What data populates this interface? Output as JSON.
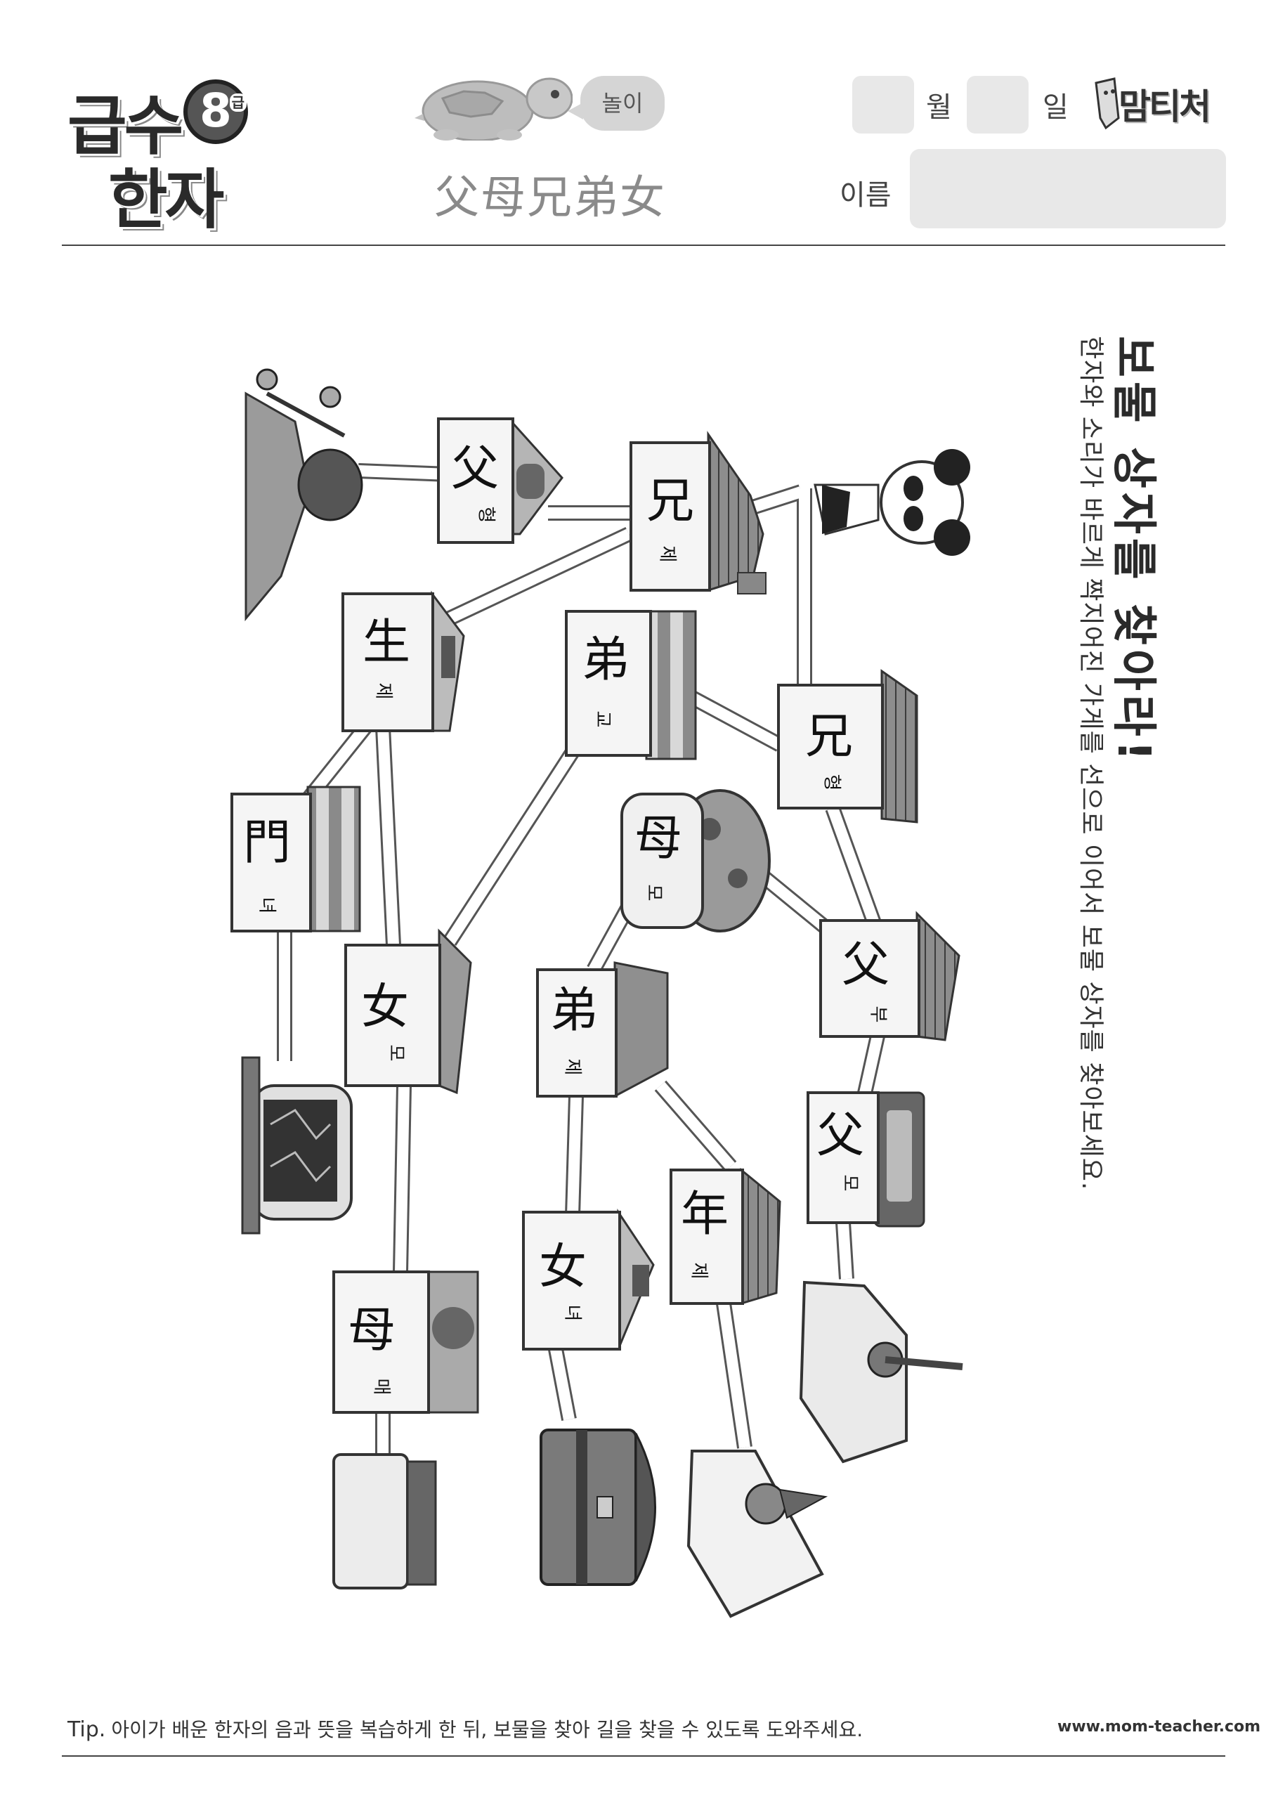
{
  "header": {
    "logo": {
      "line1": "급수",
      "line2": "한자",
      "grade": "8",
      "grade_unit": "급"
    },
    "activity_label": "놀이",
    "hanja_title": "父母兄弟女",
    "date": {
      "month_label": "월",
      "day_label": "일"
    },
    "brand": "맘티처",
    "name_label": "이름"
  },
  "instructions": {
    "title": "보물 상자를 찾아라!",
    "description": "한자와 소리가 바르게 짝지어진 가게를 선으로 이어서 보물 상자를 찾아보세요."
  },
  "stores": [
    {
      "id": "s1",
      "hanja": "父",
      "sound": "형"
    },
    {
      "id": "s2",
      "hanja": "兄",
      "sound": "제"
    },
    {
      "id": "s3",
      "hanja": "生",
      "sound": "제"
    },
    {
      "id": "s4",
      "hanja": "弟",
      "sound": "교"
    },
    {
      "id": "s5",
      "hanja": "兄",
      "sound": "형"
    },
    {
      "id": "s6",
      "hanja": "門",
      "sound": "녀"
    },
    {
      "id": "s7",
      "hanja": "母",
      "sound": "모"
    },
    {
      "id": "s8",
      "hanja": "女",
      "sound": "모"
    },
    {
      "id": "s9",
      "hanja": "父",
      "sound": "부"
    },
    {
      "id": "s10",
      "hanja": "弟",
      "sound": "제"
    },
    {
      "id": "s11",
      "hanja": "父",
      "sound": "모"
    },
    {
      "id": "s12",
      "hanja": "年",
      "sound": "제"
    },
    {
      "id": "s13",
      "hanja": "女",
      "sound": "녀"
    },
    {
      "id": "s14",
      "hanja": "母",
      "sound": "매"
    }
  ],
  "endpoints": {
    "start": "panda",
    "goals": [
      "junk-pile",
      "broken-tv",
      "old-box",
      "treasure-chest",
      "clown-box",
      "trash-bag"
    ]
  },
  "footer": {
    "tip_label": "Tip.",
    "tip_text": "아이가 배운 한자의 음과 뜻을 복습하게 한 뒤, 보물을 찾아 길을 찾을 수 있도록 도와주세요.",
    "url": "www.mom-teacher.com"
  }
}
